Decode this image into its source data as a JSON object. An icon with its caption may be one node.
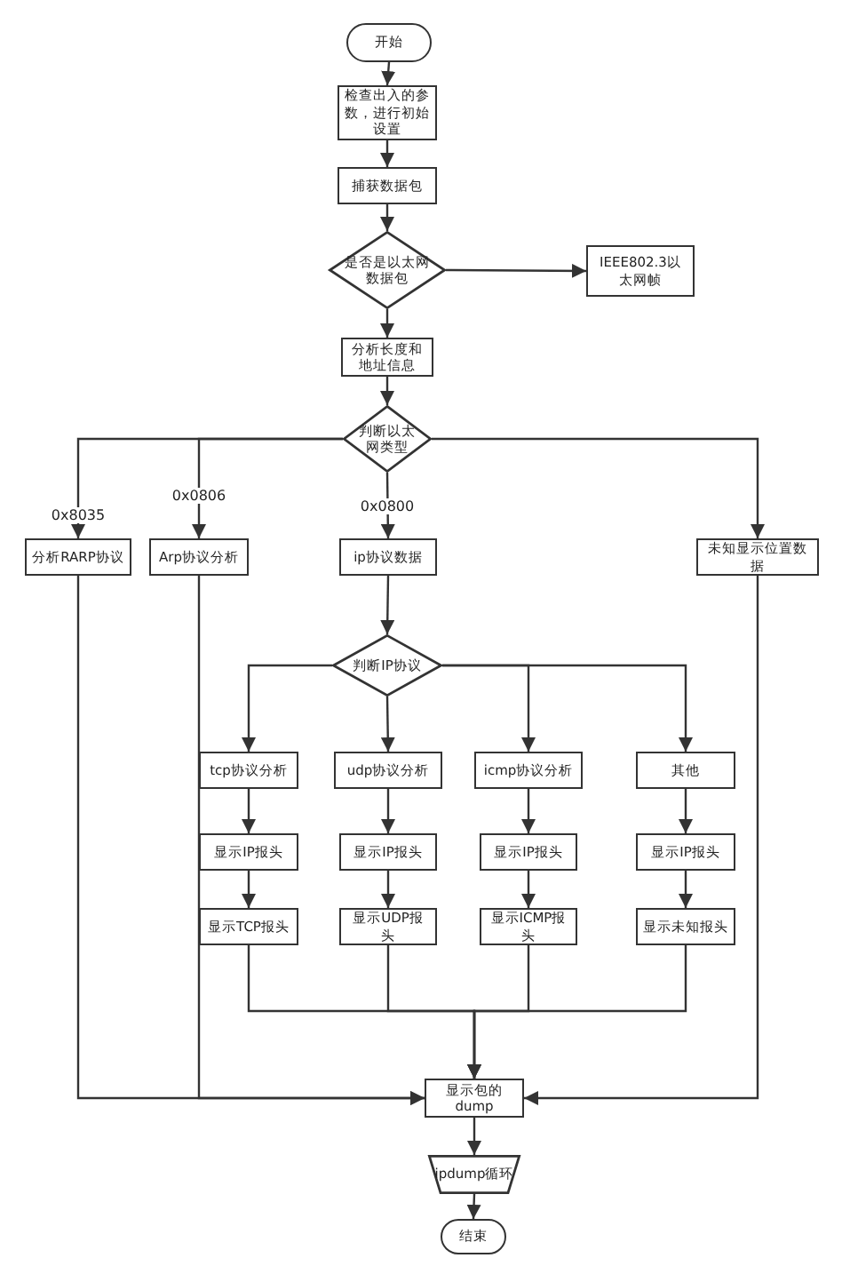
{
  "diagram": {
    "nodes": [
      {
        "text": [
          "开始"
        ]
      },
      {
        "text": [
          "检查出入的参数，进行初始设置"
        ]
      },
      {
        "text": [
          "捕获数据包"
        ]
      },
      {
        "text": [
          "是否是以太网数据包"
        ]
      },
      {
        "text": [
          "IEEE802.3以太网帧"
        ]
      },
      {
        "text": [
          "分析长度和地址信息"
        ]
      },
      {
        "text": [
          "判断以太网类型"
        ]
      },
      {
        "text": [
          "分析RARP协议"
        ]
      },
      {
        "text": [
          "Arp协议分析"
        ]
      },
      {
        "text": [
          "ip协议数据"
        ]
      },
      {
        "text": [
          "未知显示位置数据"
        ]
      },
      {
        "text": [
          "判断IP协议"
        ]
      },
      {
        "text": [
          "tcp协议分析"
        ]
      },
      {
        "text": [
          "udp协议分析"
        ]
      },
      {
        "text": [
          "icmp协议分析"
        ]
      },
      {
        "text": [
          "其他"
        ]
      },
      {
        "text": [
          "显示IP报头"
        ]
      },
      {
        "text": [
          "显示IP报头"
        ]
      },
      {
        "text": [
          "显示IP报头"
        ]
      },
      {
        "text": [
          "显示IP报头"
        ]
      },
      {
        "text": [
          "显示TCP报头"
        ]
      },
      {
        "text": [
          "显示UDP报头"
        ]
      },
      {
        "text": [
          "显示ICMP报头"
        ]
      },
      {
        "text": [
          "显示未知报头"
        ]
      },
      {
        "text": [
          "显示包的dump"
        ]
      },
      {
        "text": [
          "ipdump循环"
        ]
      },
      {
        "text": [
          "结束"
        ]
      }
    ],
    "edges": [
      {
        "from": 0,
        "to": 1,
        "arrow": "to"
      },
      {
        "from": 1,
        "to": 2,
        "arrow": "to"
      },
      {
        "from": 2,
        "to": 3,
        "arrow": "to"
      },
      {
        "from": 3,
        "to": 4,
        "arrow": "to"
      },
      {
        "from": 3,
        "to": 5,
        "arrow": "to"
      },
      {
        "from": 5,
        "to": 6,
        "arrow": "to"
      },
      {
        "from": 6,
        "to": 7,
        "arrow": "to",
        "label": "0x8035"
      },
      {
        "from": 6,
        "to": 8,
        "arrow": "to",
        "label": "0x0806"
      },
      {
        "from": 6,
        "to": 9,
        "arrow": "to",
        "label": "0x0800"
      },
      {
        "from": 6,
        "to": 10,
        "arrow": "to"
      },
      {
        "from": 9,
        "to": 11,
        "arrow": "to"
      },
      {
        "from": 11,
        "to": 12,
        "arrow": "to"
      },
      {
        "from": 11,
        "to": 13,
        "arrow": "to"
      },
      {
        "from": 11,
        "to": 14,
        "arrow": "to"
      },
      {
        "from": 11,
        "to": 15,
        "arrow": "to"
      },
      {
        "from": 12,
        "to": 16,
        "arrow": "to"
      },
      {
        "from": 13,
        "to": 17,
        "arrow": "to"
      },
      {
        "from": 14,
        "to": 18,
        "arrow": "to"
      },
      {
        "from": 15,
        "to": 19,
        "arrow": "to"
      },
      {
        "from": 16,
        "to": 20,
        "arrow": "to"
      },
      {
        "from": 17,
        "to": 21,
        "arrow": "to"
      },
      {
        "from": 18,
        "to": 22,
        "arrow": "to"
      },
      {
        "from": 19,
        "to": 23,
        "arrow": "to"
      },
      {
        "from": 20,
        "to": 24,
        "arrow": "to"
      },
      {
        "from": 21,
        "to": 24,
        "arrow": "to"
      },
      {
        "from": 22,
        "to": 24,
        "arrow": "to"
      },
      {
        "from": 23,
        "to": 24,
        "arrow": "to"
      },
      {
        "from": 7,
        "to": 24,
        "arrow": "to"
      },
      {
        "from": 8,
        "to": 24,
        "arrow": "to"
      },
      {
        "from": 10,
        "to": 24,
        "arrow": "to"
      },
      {
        "from": 24,
        "to": 25,
        "arrow": "to"
      },
      {
        "from": 25,
        "to": 26,
        "arrow": "to"
      }
    ]
  }
}
